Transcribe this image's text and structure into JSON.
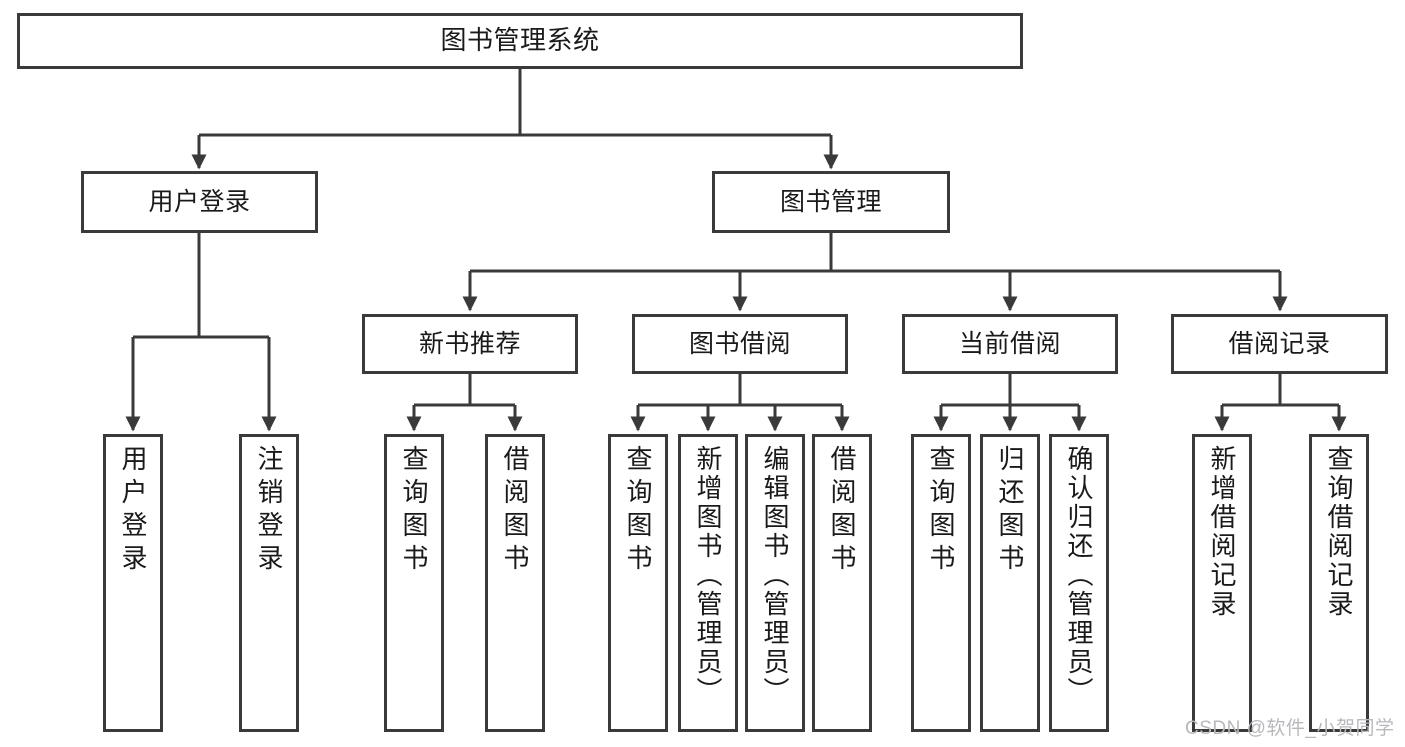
{
  "diagram": {
    "type": "tree-hierarchy",
    "title": "图书管理系统",
    "colors": {
      "stroke": "#3a3a3a",
      "fill": "#ffffff",
      "text": "#1a1a1a",
      "watermark": "#b9b9bd"
    },
    "root": {
      "label": "图书管理系统"
    },
    "level1": [
      {
        "label": "用户登录"
      },
      {
        "label": "图书管理"
      }
    ],
    "level2": [
      {
        "label": "新书推荐"
      },
      {
        "label": "图书借阅"
      },
      {
        "label": "当前借阅"
      },
      {
        "label": "借阅记录"
      }
    ],
    "leaves": {
      "user_login": [
        {
          "label": "用户登录"
        },
        {
          "label": "注销登录"
        }
      ],
      "new_book_recommend": [
        {
          "label": "查询图书"
        },
        {
          "label": "借阅图书"
        }
      ],
      "book_borrow": [
        {
          "label": "查询图书"
        },
        {
          "label": "新增图书（管理员）"
        },
        {
          "label": "编辑图书（管理员）"
        },
        {
          "label": "借阅图书"
        }
      ],
      "current_borrow": [
        {
          "label": "查询图书"
        },
        {
          "label": "归还图书"
        },
        {
          "label": "确认归还（管理员）"
        }
      ],
      "borrow_record": [
        {
          "label": "新增借阅记录"
        },
        {
          "label": "查询借阅记录"
        }
      ]
    },
    "watermark": "CSDN @软件_小贺同学"
  }
}
